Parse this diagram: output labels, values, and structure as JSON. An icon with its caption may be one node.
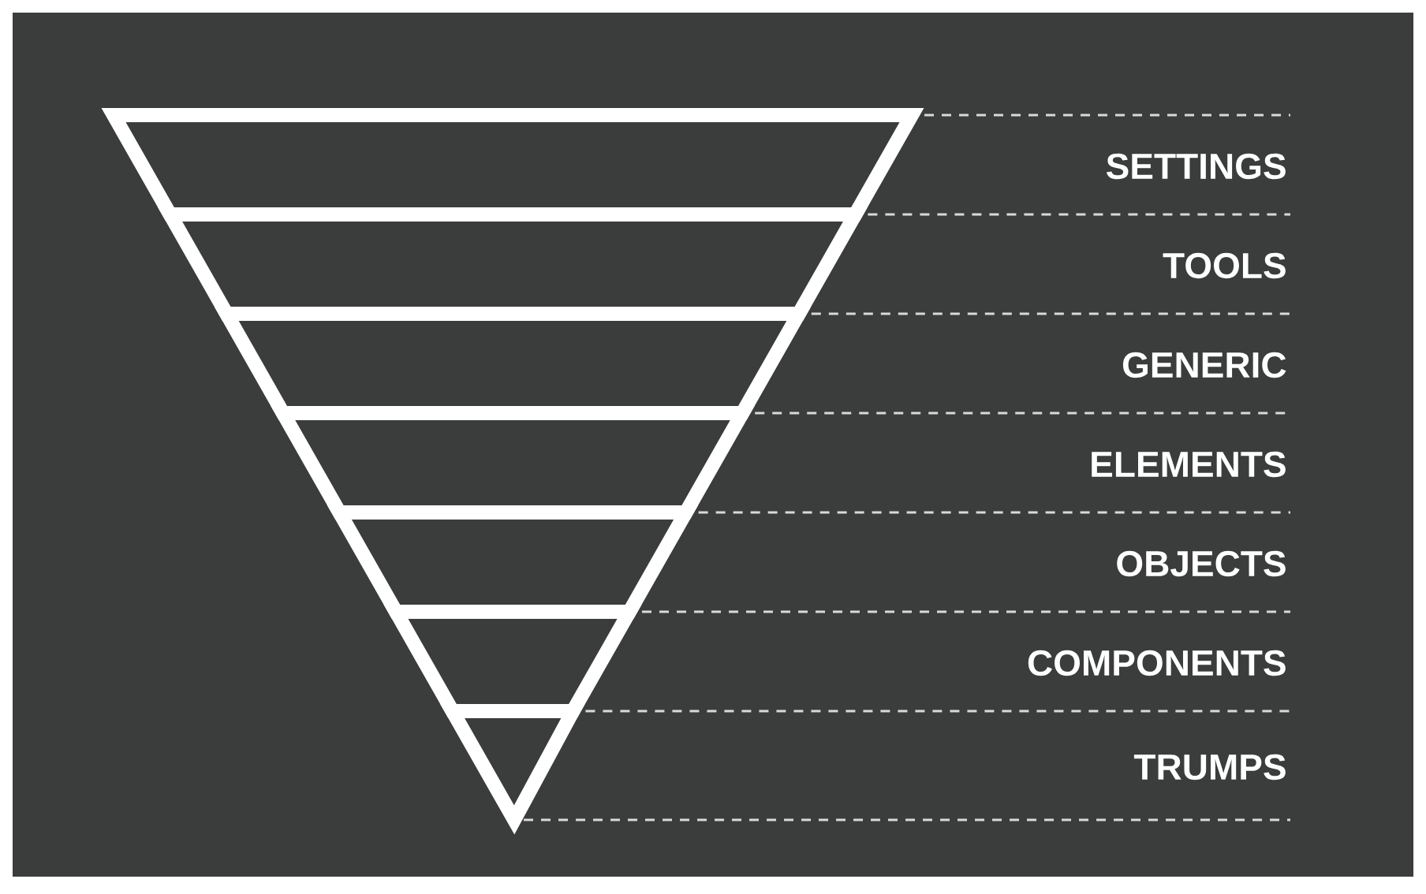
{
  "diagram": {
    "nodes": [
      {
        "text": [],
        "shape": "trapezoid"
      },
      {
        "text": [],
        "shape": "trapezoid"
      },
      {
        "text": [],
        "shape": "trapezoid"
      },
      {
        "text": [],
        "shape": "trapezoid"
      },
      {
        "text": [],
        "shape": "trapezoid"
      },
      {
        "text": [],
        "shape": "trapezoid"
      },
      {
        "text": [],
        "shape": "triangle"
      }
    ],
    "labels": [
      "SETTINGS",
      "TOOLS",
      "GENERIC",
      "ELEMENTS",
      "OBJECTS",
      "COMPONENTS",
      "TRUMPS"
    ]
  }
}
